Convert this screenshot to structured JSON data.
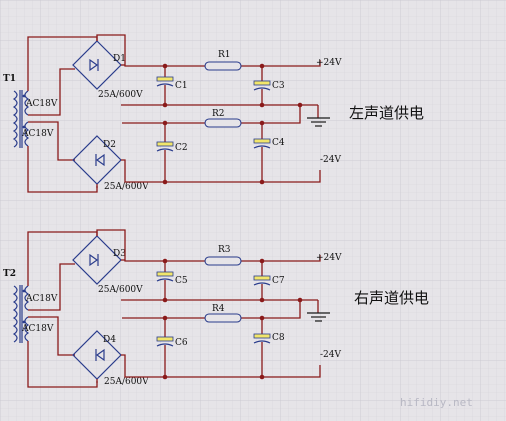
{
  "colors": {
    "background": "#e6e4e8",
    "grid_minor": "#d6d4da",
    "grid_major": "#c9c7cf",
    "wire": "#8a1a1a",
    "component": "#2a3c8c",
    "node": "#8a1a1a",
    "cap_fill": "#f2e66a"
  },
  "channels": [
    {
      "transformer": "T1",
      "winding_top": "AC18V",
      "winding_bottom": "AC18V",
      "bridge_top": "D1",
      "bridge_top_rating": "25A/600V",
      "bridge_bottom": "D2",
      "bridge_bottom_rating": "25A/600V",
      "cap_pos_in": "C1",
      "cap_pos_out": "C3",
      "cap_neg_in": "C2",
      "cap_neg_out": "C4",
      "res_pos": "R1",
      "res_neg": "R2",
      "out_pos": "+24V",
      "out_neg": "-24V",
      "title": "左声道供电"
    },
    {
      "transformer": "T2",
      "winding_top": "AC18V",
      "winding_bottom": "AC18V",
      "bridge_top": "D3",
      "bridge_top_rating": "25A/600V",
      "bridge_bottom": "D4",
      "bridge_bottom_rating": "25A/600V",
      "cap_pos_in": "C5",
      "cap_pos_out": "C7",
      "cap_neg_in": "C6",
      "cap_neg_out": "C8",
      "res_pos": "R3",
      "res_neg": "R4",
      "out_pos": "+24V",
      "out_neg": "-24V",
      "title": "右声道供电"
    }
  ],
  "watermark": "hifidiy.net"
}
